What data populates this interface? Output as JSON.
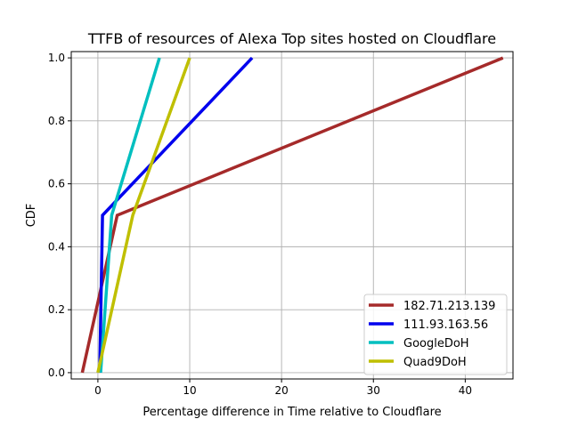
{
  "chart_data": {
    "type": "line",
    "title": "TTFB of resources of Alexa Top sites hosted on Cloudflare",
    "xlabel": "Percentage difference in Time relative to Cloudflare",
    "ylabel": "CDF",
    "xlim": [
      -2.9,
      45.2
    ],
    "ylim": [
      -0.02,
      1.02
    ],
    "xticks": [
      0,
      10,
      20,
      30,
      40
    ],
    "yticks": [
      0.0,
      0.2,
      0.4,
      0.6,
      0.8,
      1.0
    ],
    "xtick_labels": [
      "0",
      "10",
      "20",
      "30",
      "40"
    ],
    "ytick_labels": [
      "0.0",
      "0.2",
      "0.4",
      "0.6",
      "0.8",
      "1.0"
    ],
    "grid": true,
    "legend_position": "lower-right",
    "series": [
      {
        "name": "182.71.213.139",
        "color": "#a52a2a",
        "x": [
          -1.7,
          2.1,
          44.1
        ],
        "y": [
          0.0,
          0.5,
          1.0
        ]
      },
      {
        "name": "111.93.163.56",
        "color": "#0000ee",
        "x": [
          0.2,
          0.5,
          16.8
        ],
        "y": [
          0.0,
          0.5,
          1.0
        ]
      },
      {
        "name": "GoogleDoH",
        "color": "#00bfbf",
        "x": [
          0.3,
          1.5,
          6.7
        ],
        "y": [
          0.0,
          0.5,
          1.0
        ]
      },
      {
        "name": "Quad9DoH",
        "color": "#bfbf00",
        "x": [
          0.0,
          3.8,
          10.0
        ],
        "y": [
          0.0,
          0.5,
          1.0
        ]
      }
    ]
  }
}
